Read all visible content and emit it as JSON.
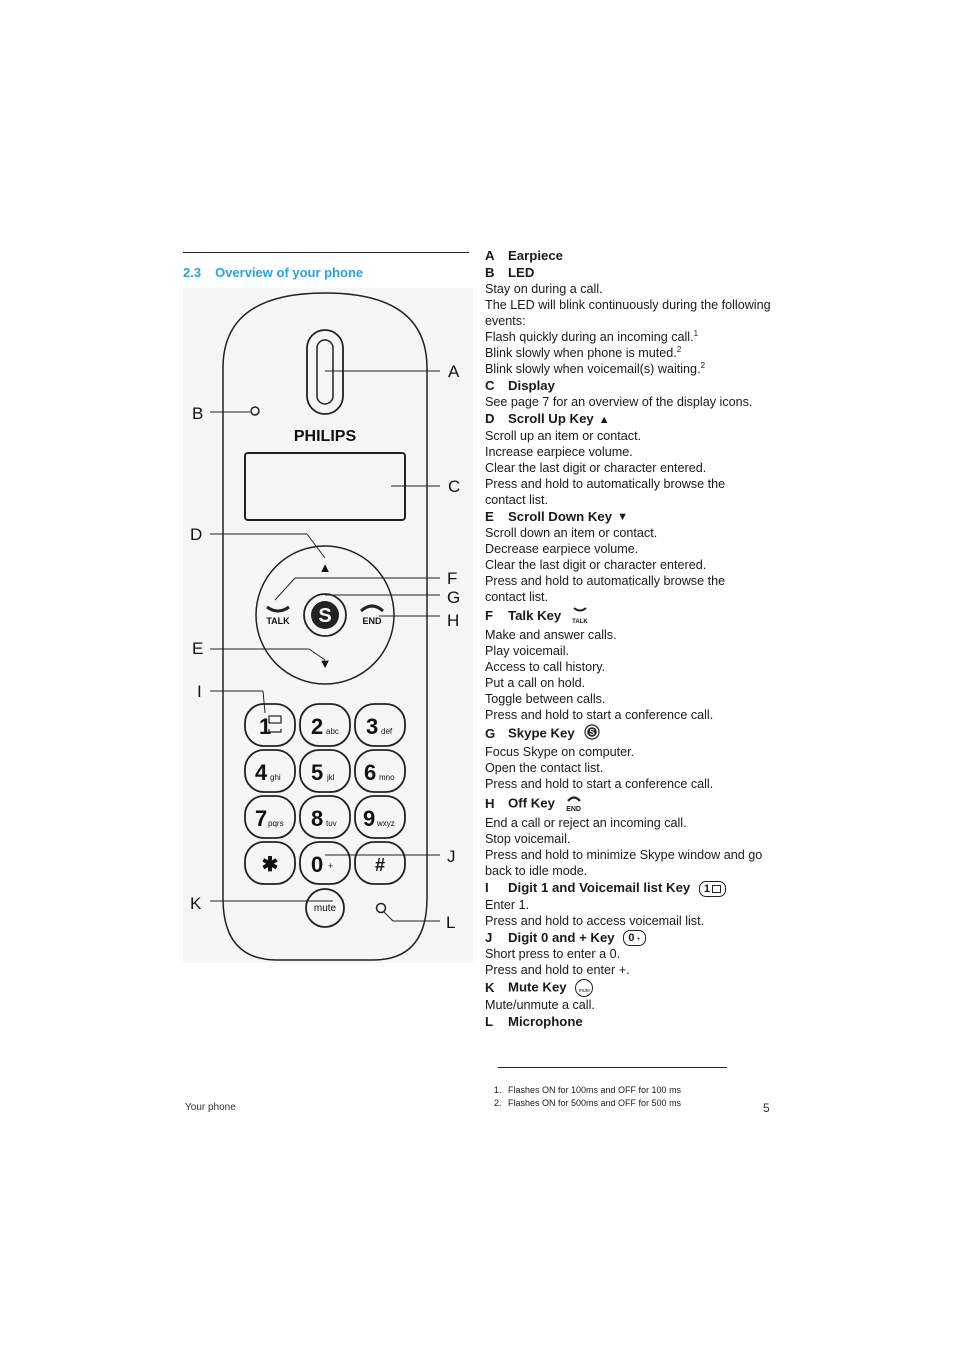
{
  "section": {
    "number": "2.3",
    "title": "Overview of your phone"
  },
  "phone": {
    "brand": "PHILIPS",
    "callouts": [
      "A",
      "B",
      "C",
      "D",
      "E",
      "F",
      "G",
      "H",
      "I",
      "J",
      "K"
    ],
    "callout_l": "L",
    "keys": {
      "k1": "1",
      "k2": "2",
      "k2s": "abc",
      "k3": "3",
      "k3s": "def",
      "k4": "4",
      "k4s": "ghi",
      "k5": "5",
      "k5s": "jkl",
      "k6": "6",
      "k6s": "mno",
      "k7": "7",
      "k7s": "pqrs",
      "k8": "8",
      "k8s": "tuv",
      "k9": "9",
      "k9s": "wxyz",
      "kstar": "✱",
      "k0": "0",
      "k0s": "+",
      "khash": "#",
      "talk": "TALK",
      "end": "END",
      "mute": "mute"
    }
  },
  "items": [
    {
      "letter": "A",
      "name": "Earpiece",
      "lines": []
    },
    {
      "letter": "B",
      "name": "LED",
      "lines": [
        "Stay on during a call.",
        "The LED will blink continuously during the following events:"
      ]
    },
    {
      "letter": "C",
      "name": "Display",
      "lines": [
        "See page 7 for an overview of the display icons."
      ]
    },
    {
      "letter": "D",
      "name": "Scroll Up Key",
      "lines": [
        "Scroll up an item or contact.",
        "Increase earpiece volume.",
        "Clear the last digit or character entered.",
        "Press and hold to automatically browse the contact list."
      ]
    },
    {
      "letter": "E",
      "name": "Scroll Down Key",
      "lines": [
        "Scroll down an item or contact.",
        "Decrease earpiece volume.",
        "Clear the last digit or character entered.",
        "Press and hold to automatically browse the contact list."
      ]
    },
    {
      "letter": "F",
      "name": "Talk Key",
      "lines": [
        "Make and answer calls.",
        "Play voicemail.",
        "Access to call history.",
        "Put a call on hold.",
        "Toggle between calls.",
        "Press and hold to start a conference call."
      ]
    },
    {
      "letter": "G",
      "name": "Skype Key",
      "lines": [
        "Focus Skype on computer.",
        "Open the contact list.",
        "Press and hold to start a conference call."
      ]
    },
    {
      "letter": "H",
      "name": "Off Key",
      "lines": [
        "End a call or reject an incoming call.",
        "Stop voicemail.",
        "Press and hold to minimize Skype window and go back to idle mode."
      ]
    },
    {
      "letter": "I",
      "name": "Digit 1 and Voicemail list Key",
      "lines": [
        "Enter 1.",
        "Press and hold to access voicemail list."
      ]
    },
    {
      "letter": "J",
      "name": "Digit 0 and + Key",
      "lines": [
        "Short press to enter a 0.",
        "Press and hold to enter +."
      ]
    },
    {
      "letter": "K",
      "name": "Mute Key",
      "lines": [
        "Mute/unmute a call."
      ]
    },
    {
      "letter": "L",
      "name": "Microphone",
      "lines": []
    }
  ],
  "led_events": [
    {
      "text": "Flash quickly during an incoming call.",
      "sup": "1"
    },
    {
      "text": "Blink slowly when phone is muted.",
      "sup": "2"
    },
    {
      "text": "Blink slowly when voicemail(s) waiting.",
      "sup": "2"
    }
  ],
  "icons": {
    "scroll_up": "▲",
    "scroll_down": "▼",
    "talk_icon_label": "TALK",
    "end_icon_label": "END",
    "digit1_icon": "1",
    "digit0_icon": "0",
    "digit0_plus": "+",
    "mute_icon": "mute"
  },
  "footnotes": [
    {
      "n": "1.",
      "text": "Flashes ON for 100ms and OFF for 100 ms"
    },
    {
      "n": "2.",
      "text": "Flashes ON for 500ms and OFF for 500 ms"
    }
  ],
  "footer": {
    "left": "Your phone",
    "page": "5"
  }
}
